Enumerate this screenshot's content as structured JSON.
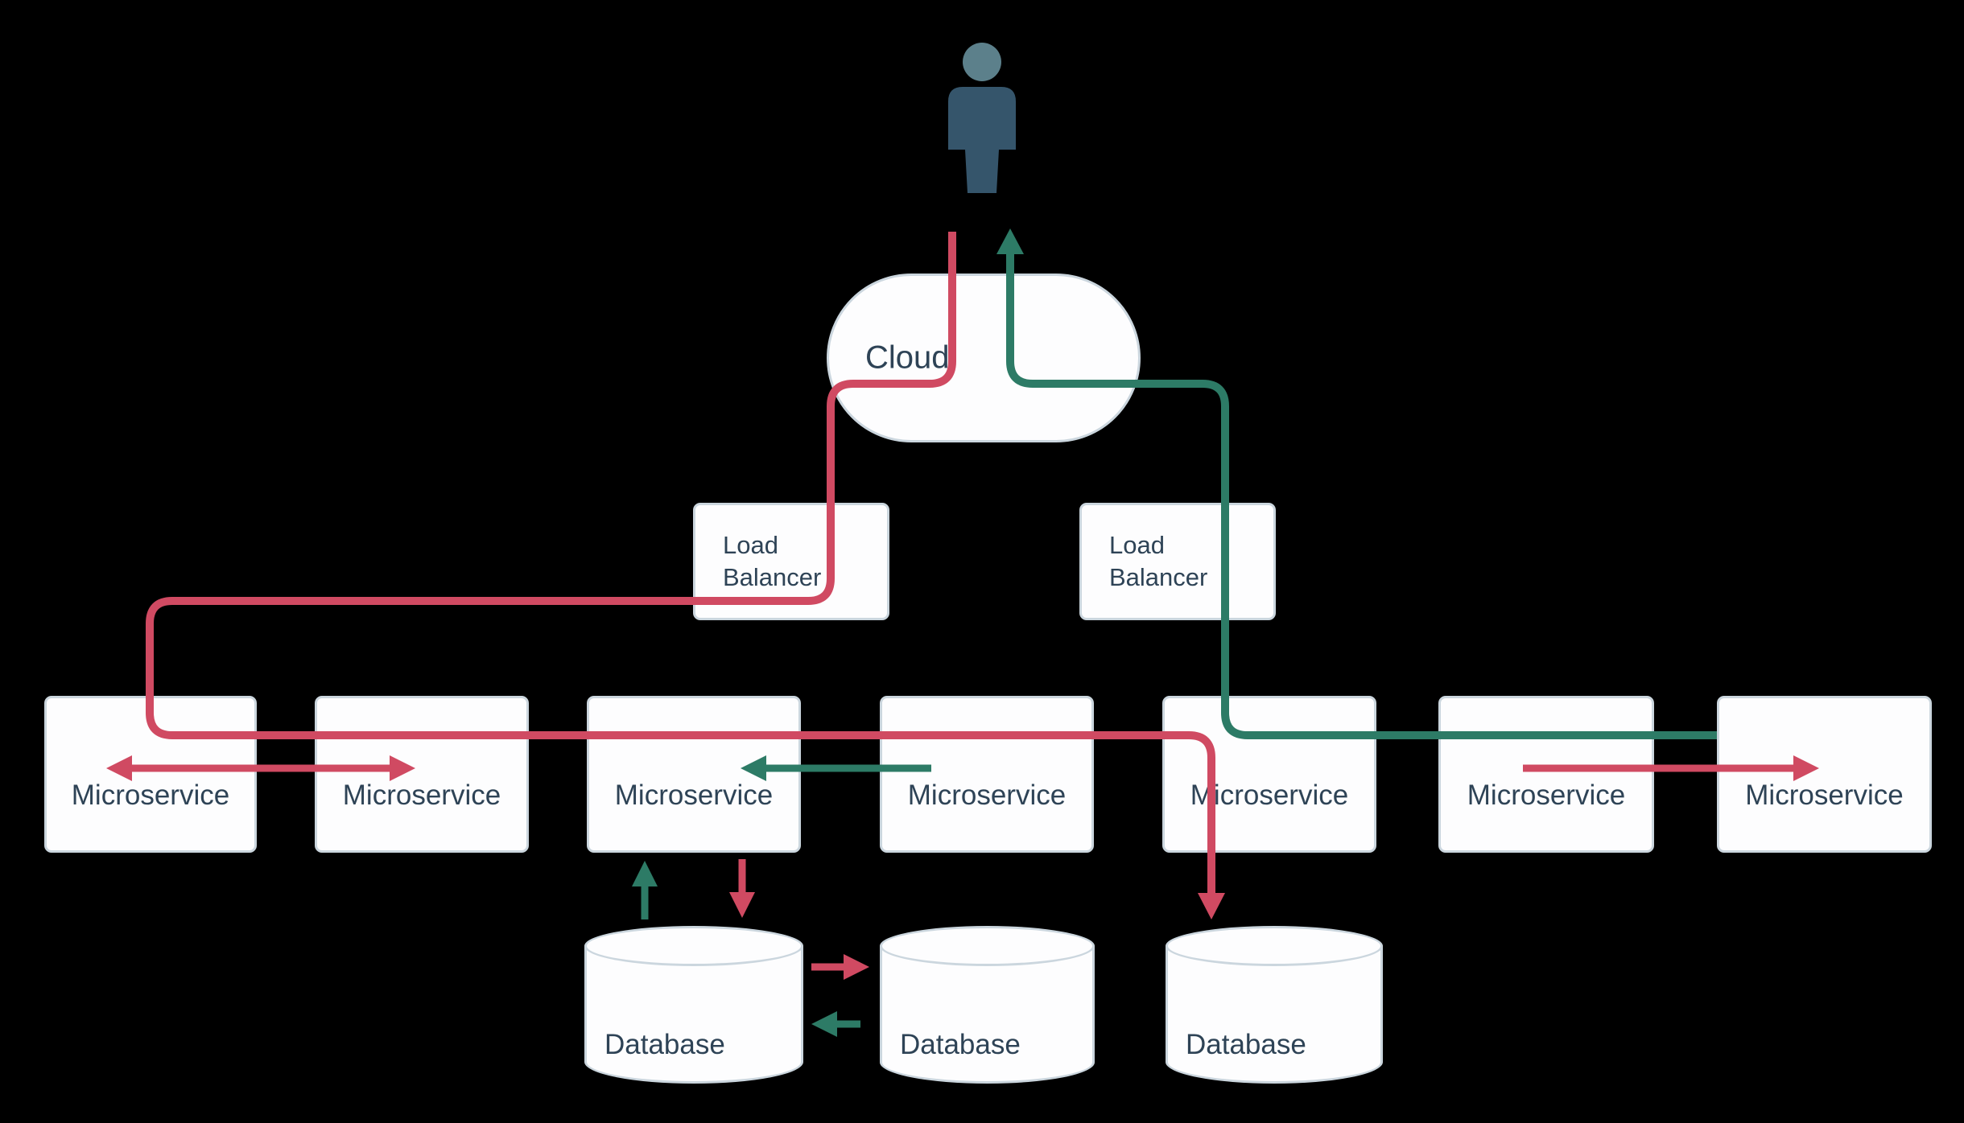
{
  "diagram": {
    "nodes": {
      "user": {
        "icon": "person-icon"
      },
      "cloud": {
        "label": "Cloud"
      },
      "load_balancers": [
        {
          "label": "Load Balancer"
        },
        {
          "label": "Load Balancer"
        }
      ],
      "microservices": [
        {
          "label": "Microservice"
        },
        {
          "label": "Microservice"
        },
        {
          "label": "Microservice"
        },
        {
          "label": "Microservice"
        },
        {
          "label": "Microservice"
        },
        {
          "label": "Microservice"
        },
        {
          "label": "Microservice"
        }
      ],
      "databases": [
        {
          "label": "Database"
        },
        {
          "label": "Database"
        },
        {
          "label": "Database"
        }
      ]
    },
    "edges": [
      {
        "id": "request-main",
        "color": "red",
        "from": "user",
        "via": [
          "cloud",
          "load-balancer-1",
          "microservice-1"
        ],
        "to": "database-3",
        "arrowhead": "down-into-database-3"
      },
      {
        "id": "response-main",
        "color": "green",
        "from": "microservice-7",
        "via": [
          "load-balancer-2",
          "cloud"
        ],
        "to": "user",
        "arrowhead": "up-into-user"
      },
      {
        "id": "microservice-1-microservice-2",
        "color": "red",
        "type": "double-headed",
        "between": [
          "microservice-1",
          "microservice-2"
        ]
      },
      {
        "id": "microservice-4-to-microservice-3",
        "color": "green",
        "direction": "left"
      },
      {
        "id": "microservice-6-to-microservice-7",
        "color": "red",
        "direction": "right"
      },
      {
        "id": "microservice-3-to-database-1",
        "color": "red",
        "direction": "down"
      },
      {
        "id": "database-1-to-microservice-3",
        "color": "green",
        "direction": "up"
      },
      {
        "id": "database-1-to-database-2",
        "color": "red",
        "direction": "right"
      },
      {
        "id": "database-2-to-database-1",
        "color": "green",
        "direction": "left"
      }
    ],
    "colors": {
      "canvas_bg": "#000000",
      "flow_red": "#d04a62",
      "flow_green": "#2d7b66",
      "node_fill": "#fdfdfe",
      "node_border": "#cbd6de",
      "label_text": "#2e4356",
      "person_head": "#5c808b",
      "person_body": "#35556b"
    }
  }
}
